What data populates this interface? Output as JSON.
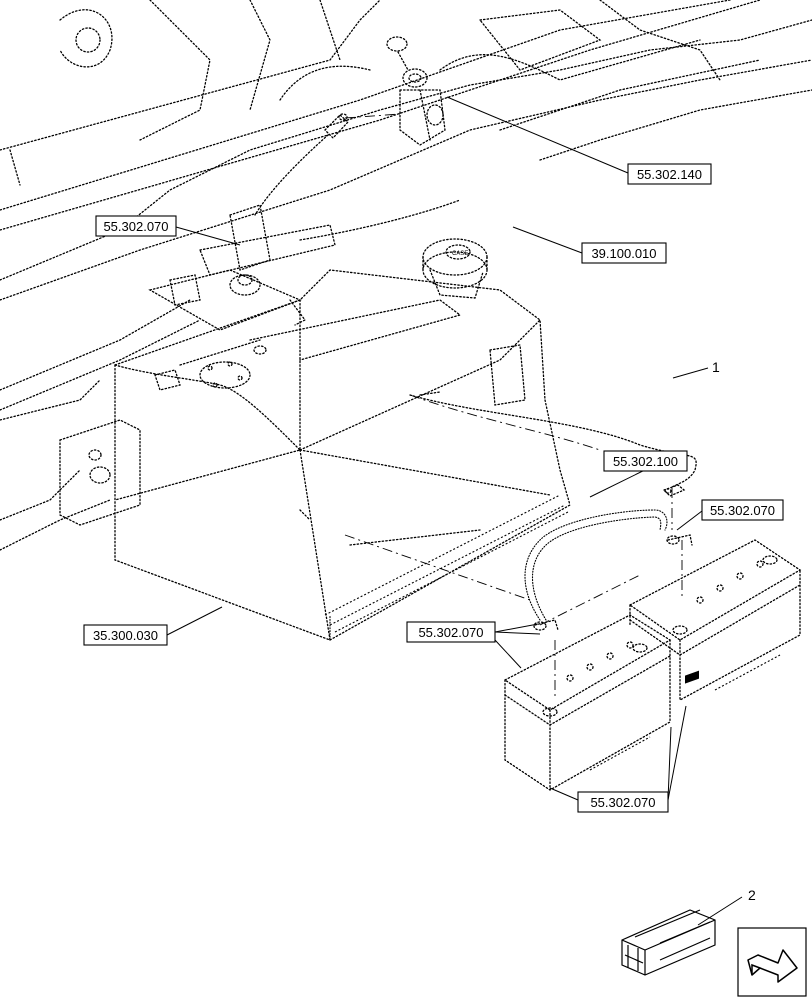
{
  "callouts": [
    {
      "id": "c1",
      "label": "55.302.140"
    },
    {
      "id": "c2",
      "label": "55.302.070"
    },
    {
      "id": "c3",
      "label": "39.100.010"
    },
    {
      "id": "c4",
      "label": "55.302.100"
    },
    {
      "id": "c5",
      "label": "55.302.070"
    },
    {
      "id": "c6",
      "label": "55.302.070"
    },
    {
      "id": "c7",
      "label": "35.300.030"
    },
    {
      "id": "c8",
      "label": "55.302.070"
    }
  ],
  "item_numbers": [
    {
      "id": "n1",
      "label": "1"
    },
    {
      "id": "n2",
      "label": "2"
    }
  ],
  "icons": [
    "parts-kit-crate-icon",
    "next-page-arrow-icon"
  ]
}
